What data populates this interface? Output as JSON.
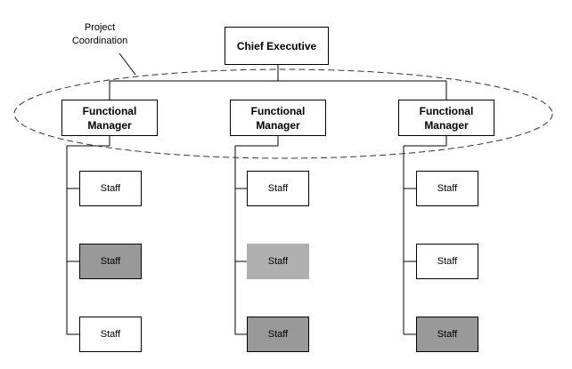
{
  "diagram": {
    "executive": {
      "label": "Chief Executive"
    },
    "annotation": {
      "label": "Project\nCoordination"
    },
    "columns": [
      {
        "manager": {
          "label": "Functional\nManager"
        },
        "staff": [
          {
            "label": "Staff",
            "fill": "white"
          },
          {
            "label": "Staff",
            "fill": "dark"
          },
          {
            "label": "Staff",
            "fill": "white"
          }
        ]
      },
      {
        "manager": {
          "label": "Functional\nManager"
        },
        "staff": [
          {
            "label": "Staff",
            "fill": "white"
          },
          {
            "label": "Staff",
            "fill": "light"
          },
          {
            "label": "Staff",
            "fill": "dark"
          }
        ]
      },
      {
        "manager": {
          "label": "Functional\nManager"
        },
        "staff": [
          {
            "label": "Staff",
            "fill": "white"
          },
          {
            "label": "Staff",
            "fill": "white"
          },
          {
            "label": "Staff",
            "fill": "dark"
          }
        ]
      }
    ],
    "colors": {
      "dark_fill": "#999999",
      "light_fill": "#b0b0b0",
      "line": "#000000",
      "background": "#ffffff"
    }
  }
}
